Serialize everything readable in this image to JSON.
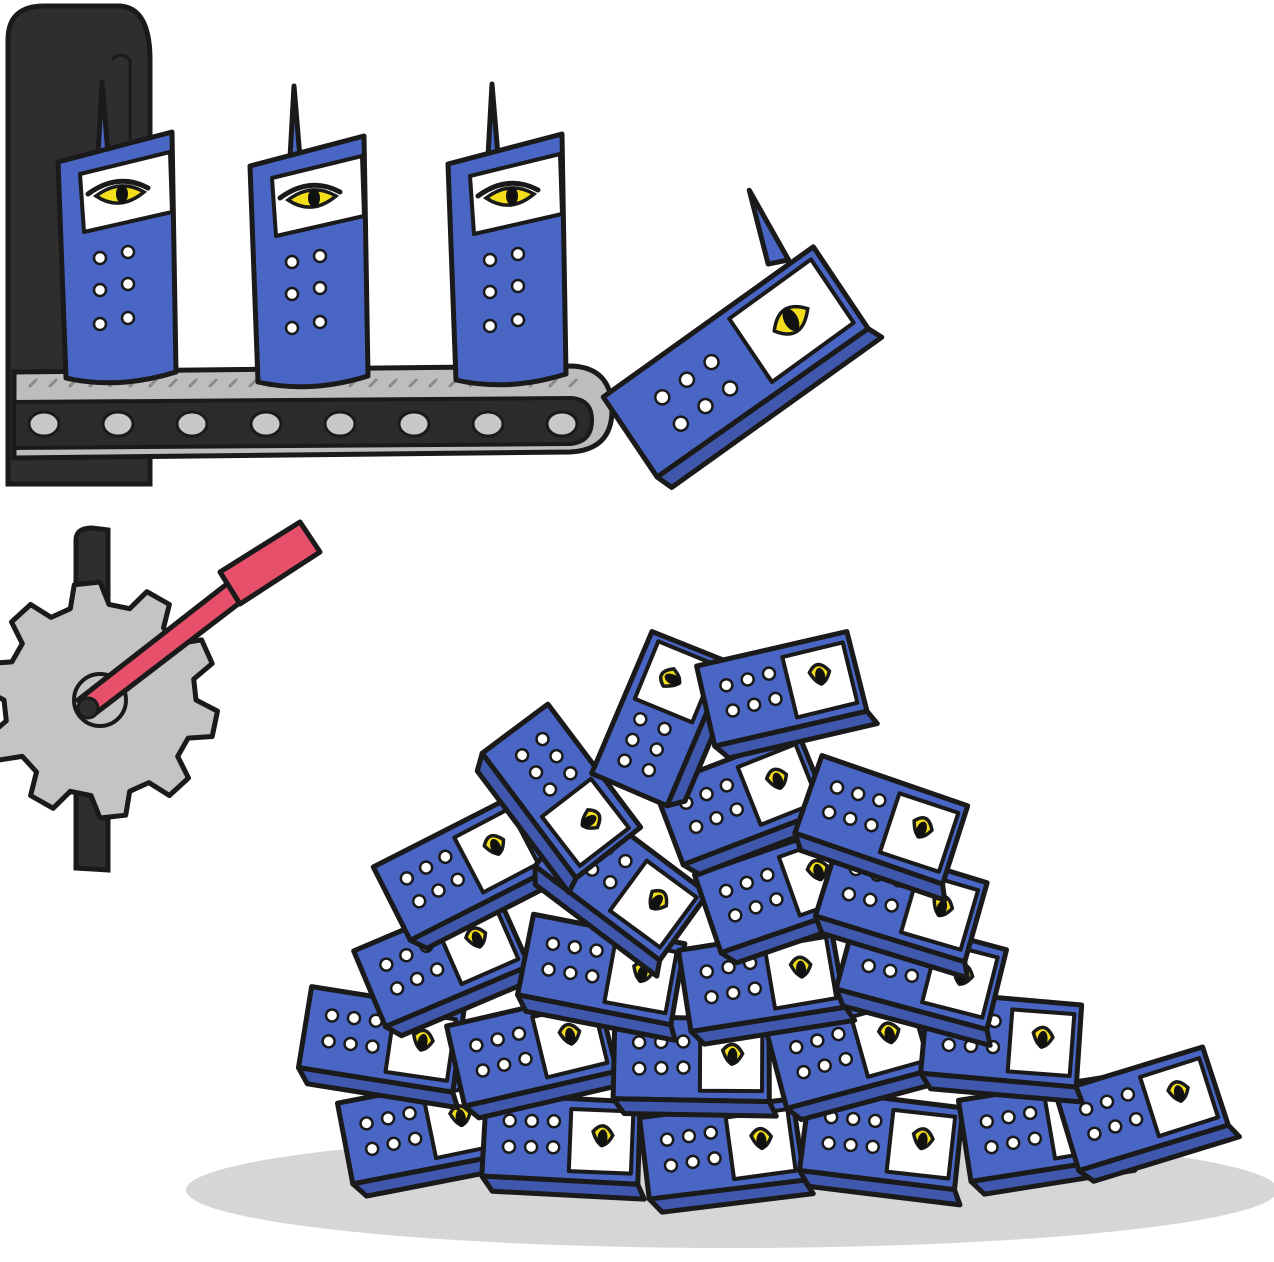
{
  "scene": {
    "kind": "illustration",
    "subjects": [
      "conveyor-belt",
      "cell-phone",
      "phone-pile",
      "gear",
      "lever"
    ]
  },
  "conveyor": {
    "standing_phone_count": 3,
    "falling_phone_count": 1,
    "roller_count": 8
  },
  "pile": {
    "phone_count": 24
  },
  "colors": {
    "background": "#ffffff",
    "phone_body": "#4a66c4",
    "phone_screen": "#ffffff",
    "eye": "#f2de1a",
    "pupil": "#111111",
    "outline": "#1a1a1a",
    "belt": "#bdbdbd",
    "belt_frame": "#2b2b2b",
    "machine_wall": "#2e2e2e",
    "gear": "#c4c4c4",
    "lever": "#e6506a",
    "shadow": "#d6d6d6"
  }
}
